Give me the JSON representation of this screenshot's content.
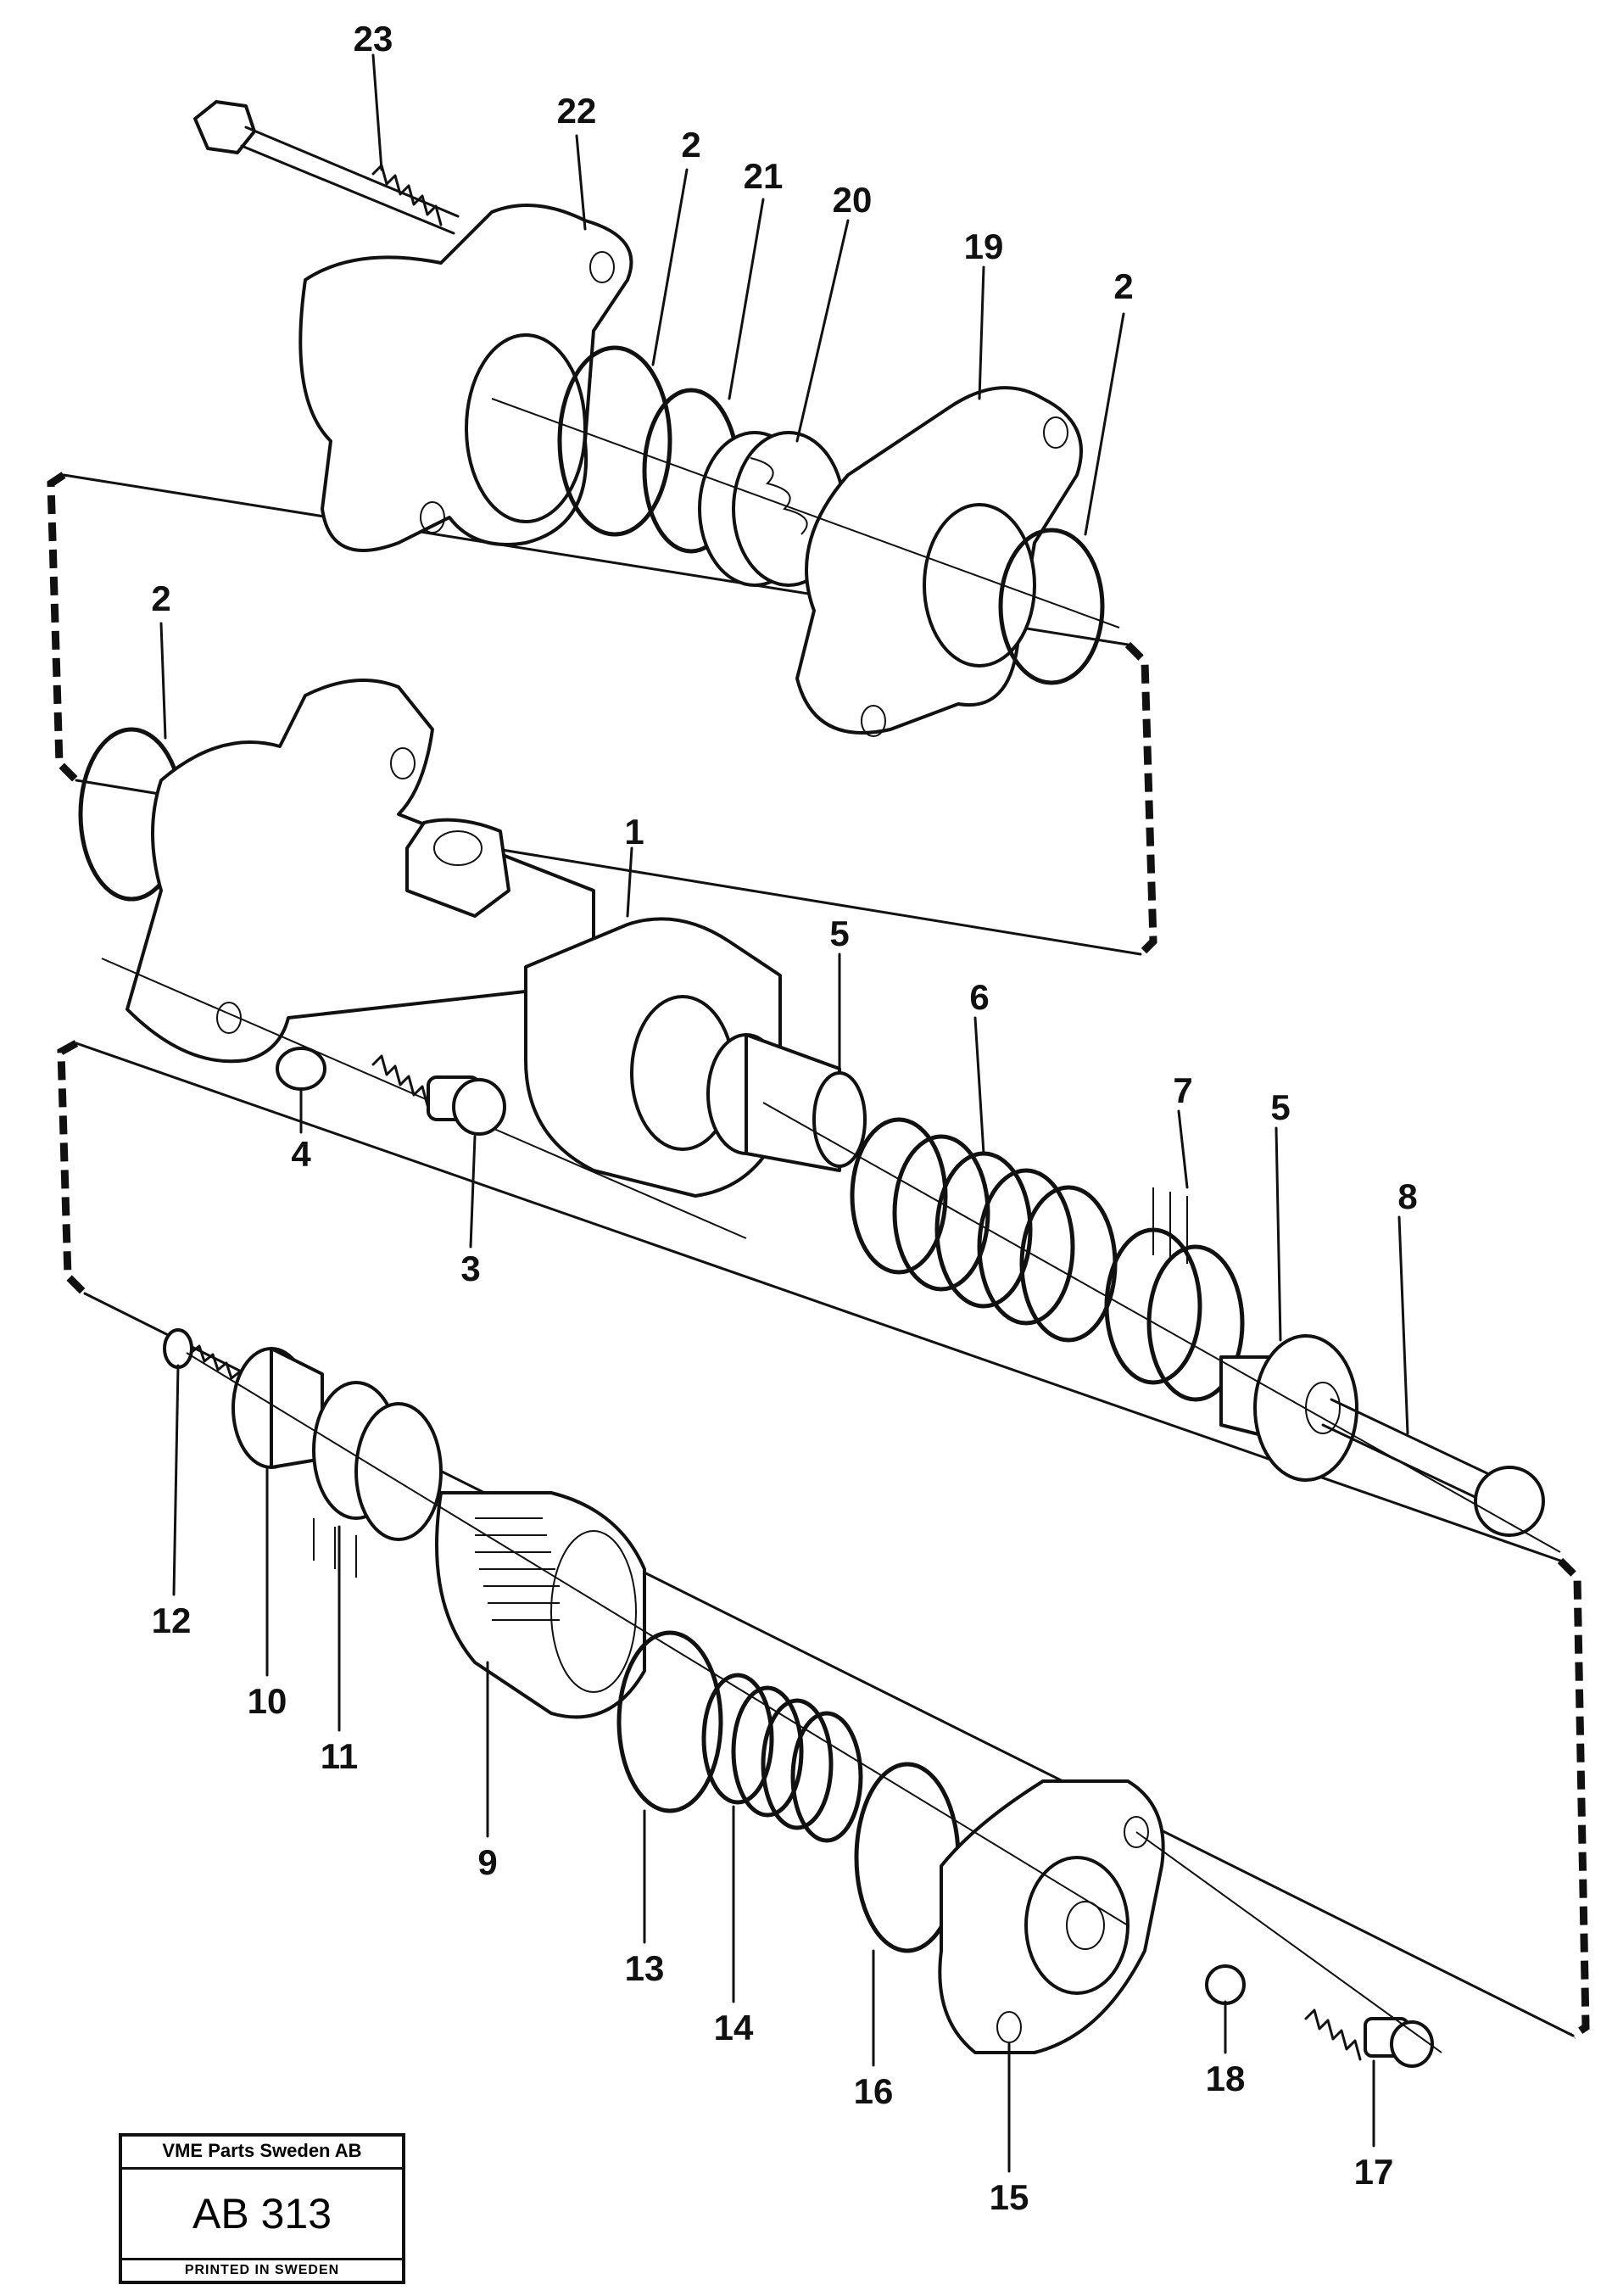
{
  "callouts": [
    "23",
    "22",
    "2",
    "21",
    "20",
    "19",
    "2",
    "2",
    "1",
    "5",
    "6",
    "7",
    "5",
    "8",
    "4",
    "3",
    "12",
    "10",
    "11",
    "9",
    "13",
    "14",
    "16",
    "15",
    "18",
    "17"
  ],
  "stamp": {
    "company": "VME Parts Sweden AB",
    "number": "AB 313",
    "footer": "PRINTED IN SWEDEN"
  }
}
